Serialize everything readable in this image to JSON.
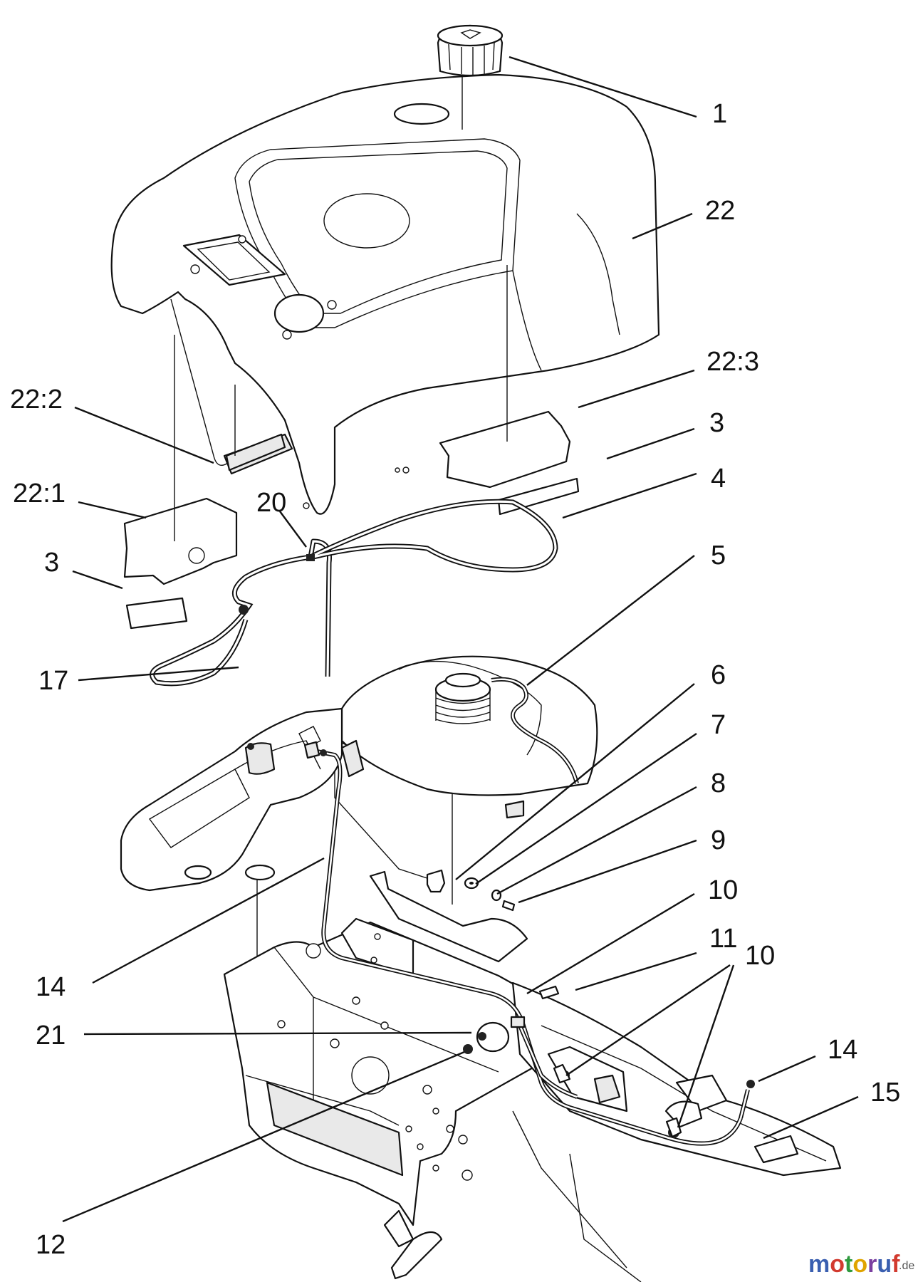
{
  "diagram": {
    "callouts": [
      "1",
      "22",
      "22:3",
      "3",
      "22:2",
      "22:1",
      "20",
      "4",
      "3",
      "5",
      "17",
      "6",
      "7",
      "8",
      "9",
      "10",
      "14",
      "11",
      "10",
      "21",
      "14",
      "15",
      "12"
    ]
  },
  "watermark": {
    "brand": "motoruf",
    "suffix": ".de",
    "colors": [
      "#3a5fb0",
      "#d23a2f",
      "#2f9a3e",
      "#e0a400",
      "#7a3fa0"
    ]
  }
}
